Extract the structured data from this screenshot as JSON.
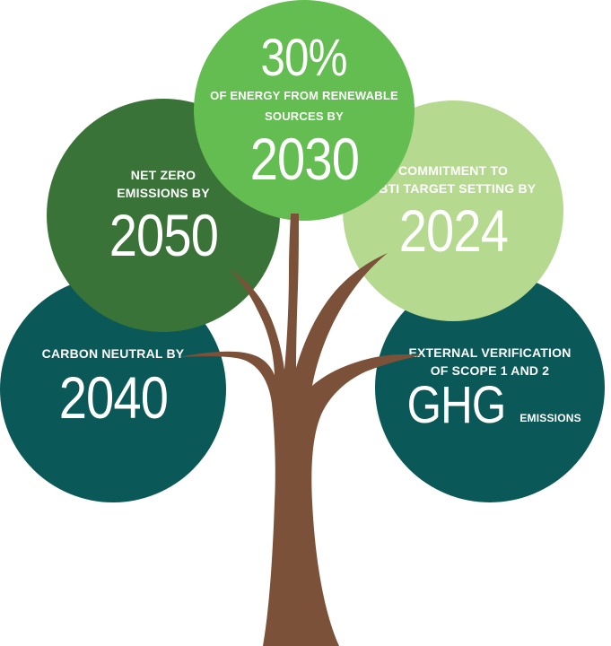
{
  "colors": {
    "trunk": "#7b5239",
    "dark_teal": "#0b5858",
    "dark_green": "#3a7338",
    "green": "#63bd50",
    "light_green": "#b5d98f"
  },
  "circles": {
    "carbon_neutral": {
      "label": "CARBON NEUTRAL BY",
      "year": "2040"
    },
    "net_zero": {
      "label_line1": "NET ZERO",
      "label_line2": "EMISSIONS BY",
      "year": "2050"
    },
    "renewable": {
      "percent": "30%",
      "label_line1": "OF ENERGY FROM RENEWABLE",
      "label_line2": "SOURCES BY",
      "year": "2030"
    },
    "sbti": {
      "label_line1": "COMMITMENT TO",
      "label_line2": "SBTI TARGET SETTING BY",
      "year": "2024"
    },
    "ghg": {
      "label_line1": "EXTERNAL VERIFICATION",
      "label_line2": "OF SCOPE 1 AND 2",
      "big": "GHG",
      "suffix": "EMISSIONS"
    }
  }
}
